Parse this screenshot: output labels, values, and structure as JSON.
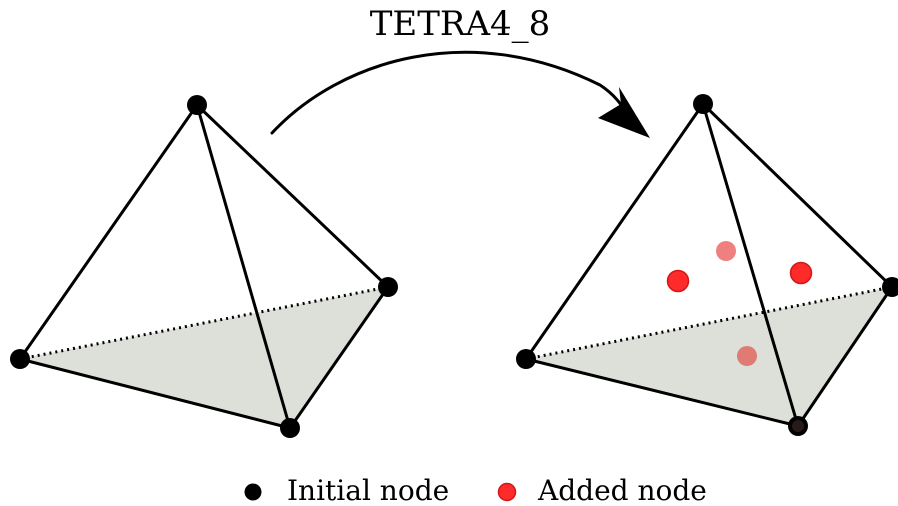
{
  "title": "TETRA4_8",
  "legend": {
    "initial_label": "Initial node",
    "added_label": "Added node"
  },
  "colors": {
    "initial_node": "#000000",
    "added_node": "#ff2a2a",
    "added_node_behind": "#f08080",
    "added_node_back": "#e07b73",
    "base_face": "#dde0d8",
    "edge": "#000000"
  }
}
